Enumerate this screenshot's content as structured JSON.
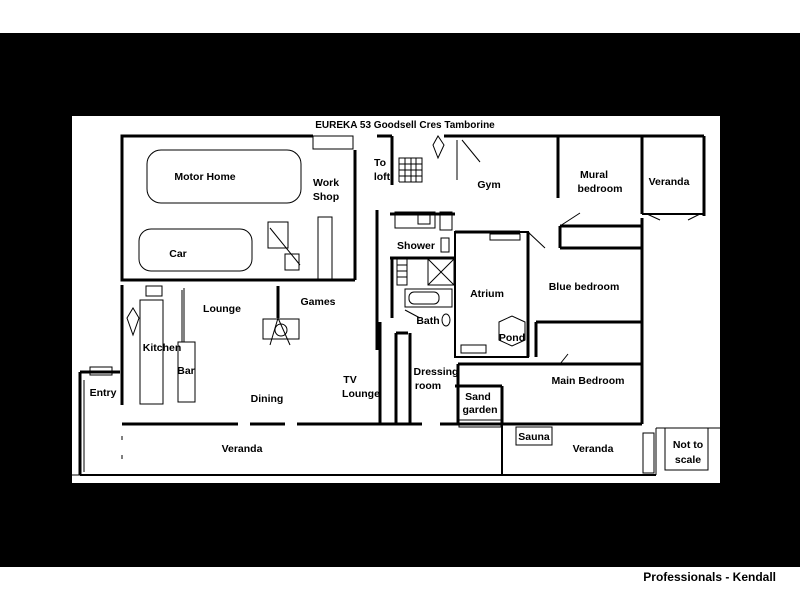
{
  "title": "EUREKA 53 Goodsell Cres Tamborine",
  "rooms": {
    "motor_home": "Motor Home",
    "car": "Car",
    "workshop_1": "Work",
    "workshop_2": "Shop",
    "to_loft_1": "To",
    "to_loft_2": "loft",
    "gym": "Gym",
    "mural_bedroom_1": "Mural",
    "mural_bedroom_2": "bedroom",
    "veranda_top": "Veranda",
    "shower": "Shower",
    "atrium": "Atrium",
    "blue_bedroom": "Blue bedroom",
    "lounge": "Lounge",
    "games": "Games",
    "bath": "Bath",
    "pond": "Pond",
    "kitchen": "Kitchen",
    "bar": "Bar",
    "entry": "Entry",
    "dining": "Dining",
    "tv_lounge_1": "TV",
    "tv_lounge_2": "Lounge",
    "dressing_room_1": "Dressing",
    "dressing_room_2": "room",
    "main_bedroom": "Main Bedroom",
    "sand_garden_1": "Sand",
    "sand_garden_2": "garden",
    "sauna": "Sauna",
    "veranda_bottom_left": "Veranda",
    "veranda_bottom_right": "Veranda"
  },
  "scale_note_1": "Not to",
  "scale_note_2": "scale",
  "footer": "Professionals - Kendall",
  "colors": {
    "frame": "#000000",
    "paper": "#ffffff",
    "ink": "#000000"
  }
}
